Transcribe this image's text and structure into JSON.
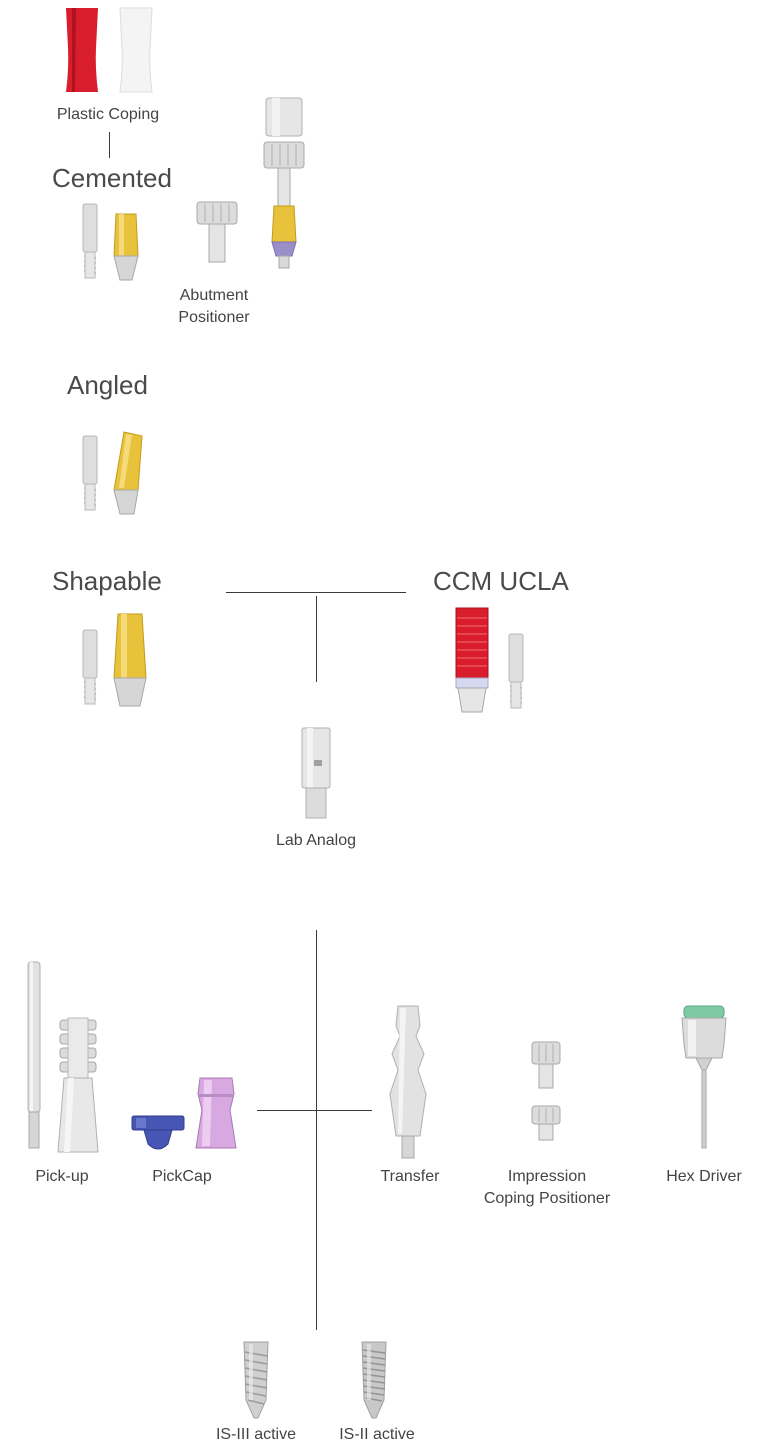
{
  "labels": {
    "plastic_coping": "Plastic Coping",
    "abutment_positioner_1": "Abutment",
    "abutment_positioner_2": "Positioner",
    "lab_analog": "Lab Analog",
    "pick_up": "Pick-up",
    "pickcap": "PickCap",
    "transfer": "Transfer",
    "impression_coping_positioner_1": "Impression",
    "impression_coping_positioner_2": "Coping Positioner",
    "hex_driver": "Hex Driver",
    "is3_active": "IS-III active",
    "is2_active": "IS-II active"
  },
  "headings": {
    "cemented": "Cemented",
    "angled": "Angled",
    "shapable": "Shapable",
    "ccm_ucla": "CCM UCLA"
  },
  "colors": {
    "gold": "#e8c23a",
    "red": "#d81e2c",
    "silver": "#d9d9d9",
    "blue": "#4756b5",
    "pink": "#d8a9e0",
    "green": "#7fc9a5"
  }
}
